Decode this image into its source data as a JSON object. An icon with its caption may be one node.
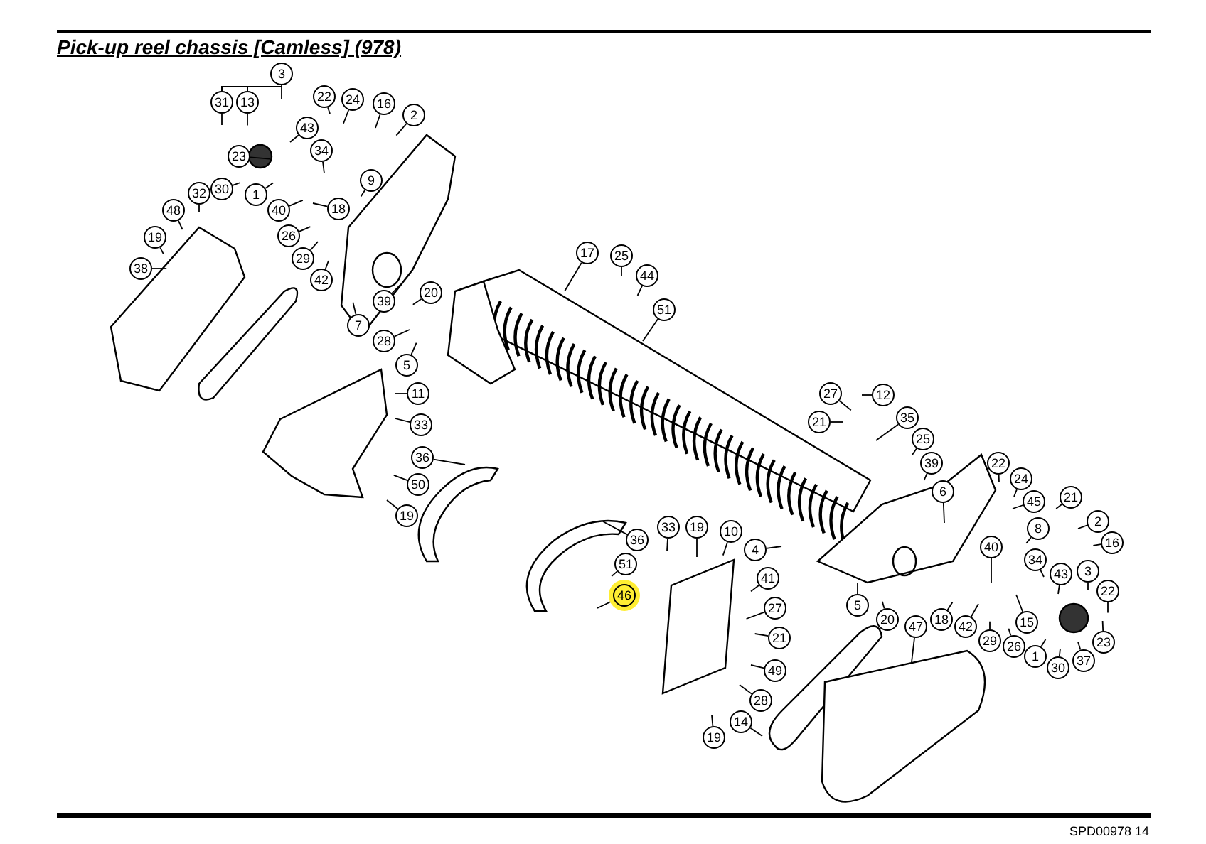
{
  "diagram": {
    "title": "Pick-up reel chassis [Camless] (978)",
    "nodes": [
      {
        "text": [
          "3"
        ]
      },
      {
        "text": [
          "31"
        ]
      },
      {
        "text": [
          "13"
        ]
      },
      {
        "text": [
          "43"
        ]
      },
      {
        "text": [
          "22"
        ]
      },
      {
        "text": [
          "24"
        ]
      },
      {
        "text": [
          "16"
        ]
      },
      {
        "text": [
          "2"
        ]
      },
      {
        "text": [
          "34"
        ]
      },
      {
        "text": [
          "23"
        ]
      },
      {
        "text": [
          "30"
        ]
      },
      {
        "text": [
          "1"
        ]
      },
      {
        "text": [
          "9"
        ]
      },
      {
        "text": [
          "40"
        ]
      },
      {
        "text": [
          "18"
        ]
      },
      {
        "text": [
          "26"
        ]
      },
      {
        "text": [
          "29"
        ]
      },
      {
        "text": [
          "42"
        ]
      },
      {
        "text": [
          "32"
        ]
      },
      {
        "text": [
          "48"
        ]
      },
      {
        "text": [
          "19"
        ]
      },
      {
        "text": [
          "38"
        ]
      },
      {
        "text": [
          "39"
        ]
      },
      {
        "text": [
          "7"
        ]
      },
      {
        "text": [
          "20"
        ]
      },
      {
        "text": [
          "28"
        ]
      },
      {
        "text": [
          "5"
        ]
      },
      {
        "text": [
          "17"
        ]
      },
      {
        "text": [
          "25"
        ]
      },
      {
        "text": [
          "44"
        ]
      },
      {
        "text": [
          "51"
        ]
      },
      {
        "text": [
          "11"
        ]
      },
      {
        "text": [
          "33"
        ]
      },
      {
        "text": [
          "36"
        ]
      },
      {
        "text": [
          "50"
        ]
      },
      {
        "text": [
          "19"
        ]
      },
      {
        "text": [
          "36"
        ]
      },
      {
        "text": [
          "51"
        ]
      },
      {
        "text": [
          "46"
        ]
      },
      {
        "text": [
          "33"
        ]
      },
      {
        "text": [
          "19"
        ]
      },
      {
        "text": [
          "10"
        ]
      },
      {
        "text": [
          "4"
        ]
      },
      {
        "text": [
          "41"
        ]
      },
      {
        "text": [
          "27"
        ]
      },
      {
        "text": [
          "21"
        ]
      },
      {
        "text": [
          "49"
        ]
      },
      {
        "text": [
          "28"
        ]
      },
      {
        "text": [
          "14"
        ]
      },
      {
        "text": [
          "19"
        ]
      },
      {
        "text": [
          "27"
        ]
      },
      {
        "text": [
          "12"
        ]
      },
      {
        "text": [
          "21"
        ]
      },
      {
        "text": [
          "35"
        ]
      },
      {
        "text": [
          "25"
        ]
      },
      {
        "text": [
          "39"
        ]
      },
      {
        "text": [
          "6"
        ]
      },
      {
        "text": [
          "22"
        ]
      },
      {
        "text": [
          "24"
        ]
      },
      {
        "text": [
          "45"
        ]
      },
      {
        "text": [
          "8"
        ]
      },
      {
        "text": [
          "40"
        ]
      },
      {
        "text": [
          "34"
        ]
      },
      {
        "text": [
          "43"
        ]
      },
      {
        "text": [
          "3"
        ]
      },
      {
        "text": [
          "21"
        ]
      },
      {
        "text": [
          "2"
        ]
      },
      {
        "text": [
          "16"
        ]
      },
      {
        "text": [
          "22"
        ]
      },
      {
        "text": [
          "23"
        ]
      },
      {
        "text": [
          "37"
        ]
      },
      {
        "text": [
          "30"
        ]
      },
      {
        "text": [
          "1"
        ]
      },
      {
        "text": [
          "26"
        ]
      },
      {
        "text": [
          "29"
        ]
      },
      {
        "text": [
          "42"
        ]
      },
      {
        "text": [
          "15"
        ]
      },
      {
        "text": [
          "18"
        ]
      },
      {
        "text": [
          "20"
        ]
      },
      {
        "text": [
          "5"
        ]
      },
      {
        "text": [
          "47"
        ]
      }
    ],
    "edges": [
      {
        "from": 0,
        "to": null,
        "arrow": "none"
      },
      {
        "from": 1,
        "to": null,
        "arrow": "none"
      },
      {
        "from": 2,
        "to": null,
        "arrow": "none"
      },
      {
        "from": 3,
        "to": null,
        "arrow": "none"
      },
      {
        "from": 4,
        "to": null,
        "arrow": "none"
      },
      {
        "from": 5,
        "to": null,
        "arrow": "none"
      },
      {
        "from": 6,
        "to": null,
        "arrow": "none"
      },
      {
        "from": 7,
        "to": null,
        "arrow": "none"
      },
      {
        "from": 8,
        "to": null,
        "arrow": "none"
      },
      {
        "from": 9,
        "to": null,
        "arrow": "none"
      },
      {
        "from": 10,
        "to": null,
        "arrow": "none"
      },
      {
        "from": 11,
        "to": null,
        "arrow": "none"
      },
      {
        "from": 12,
        "to": null,
        "arrow": "none"
      },
      {
        "from": 13,
        "to": null,
        "arrow": "none"
      },
      {
        "from": 14,
        "to": null,
        "arrow": "none"
      },
      {
        "from": 15,
        "to": null,
        "arrow": "none"
      },
      {
        "from": 16,
        "to": null,
        "arrow": "none"
      },
      {
        "from": 17,
        "to": null,
        "arrow": "none"
      },
      {
        "from": 18,
        "to": null,
        "arrow": "none"
      },
      {
        "from": 19,
        "to": null,
        "arrow": "none"
      },
      {
        "from": 20,
        "to": null,
        "arrow": "none"
      },
      {
        "from": 21,
        "to": null,
        "arrow": "none"
      },
      {
        "from": 22,
        "to": null,
        "arrow": "none"
      },
      {
        "from": 23,
        "to": null,
        "arrow": "none"
      },
      {
        "from": 24,
        "to": null,
        "arrow": "none"
      },
      {
        "from": 25,
        "to": null,
        "arrow": "none"
      },
      {
        "from": 26,
        "to": null,
        "arrow": "none"
      },
      {
        "from": 27,
        "to": null,
        "arrow": "none"
      },
      {
        "from": 28,
        "to": null,
        "arrow": "none"
      },
      {
        "from": 29,
        "to": null,
        "arrow": "none"
      },
      {
        "from": 30,
        "to": null,
        "arrow": "none"
      },
      {
        "from": 31,
        "to": null,
        "arrow": "none"
      },
      {
        "from": 32,
        "to": null,
        "arrow": "none"
      },
      {
        "from": 33,
        "to": null,
        "arrow": "none"
      },
      {
        "from": 34,
        "to": null,
        "arrow": "none"
      },
      {
        "from": 35,
        "to": null,
        "arrow": "none"
      },
      {
        "from": 36,
        "to": null,
        "arrow": "none"
      },
      {
        "from": 37,
        "to": null,
        "arrow": "none"
      },
      {
        "from": 38,
        "to": null,
        "arrow": "none"
      },
      {
        "from": 39,
        "to": null,
        "arrow": "none"
      },
      {
        "from": 40,
        "to": null,
        "arrow": "none"
      },
      {
        "from": 41,
        "to": null,
        "arrow": "none"
      },
      {
        "from": 42,
        "to": null,
        "arrow": "none"
      },
      {
        "from": 43,
        "to": null,
        "arrow": "none"
      },
      {
        "from": 44,
        "to": null,
        "arrow": "none"
      },
      {
        "from": 45,
        "to": null,
        "arrow": "none"
      },
      {
        "from": 46,
        "to": null,
        "arrow": "none"
      },
      {
        "from": 47,
        "to": null,
        "arrow": "none"
      },
      {
        "from": 48,
        "to": null,
        "arrow": "none"
      },
      {
        "from": 49,
        "to": null,
        "arrow": "none"
      },
      {
        "from": 50,
        "to": null,
        "arrow": "none"
      },
      {
        "from": 51,
        "to": null,
        "arrow": "none"
      },
      {
        "from": 52,
        "to": null,
        "arrow": "none"
      },
      {
        "from": 53,
        "to": null,
        "arrow": "none"
      },
      {
        "from": 54,
        "to": null,
        "arrow": "none"
      },
      {
        "from": 55,
        "to": null,
        "arrow": "none"
      },
      {
        "from": 56,
        "to": null,
        "arrow": "none"
      },
      {
        "from": 57,
        "to": null,
        "arrow": "none"
      },
      {
        "from": 58,
        "to": null,
        "arrow": "none"
      },
      {
        "from": 59,
        "to": null,
        "arrow": "none"
      },
      {
        "from": 60,
        "to": null,
        "arrow": "none"
      },
      {
        "from": 61,
        "to": null,
        "arrow": "none"
      },
      {
        "from": 62,
        "to": null,
        "arrow": "none"
      },
      {
        "from": 63,
        "to": null,
        "arrow": "none"
      },
      {
        "from": 64,
        "to": null,
        "arrow": "none"
      },
      {
        "from": 65,
        "to": null,
        "arrow": "none"
      },
      {
        "from": 66,
        "to": null,
        "arrow": "none"
      },
      {
        "from": 67,
        "to": null,
        "arrow": "none"
      },
      {
        "from": 68,
        "to": null,
        "arrow": "none"
      },
      {
        "from": 69,
        "to": null,
        "arrow": "none"
      },
      {
        "from": 70,
        "to": null,
        "arrow": "none"
      },
      {
        "from": 71,
        "to": null,
        "arrow": "none"
      },
      {
        "from": 72,
        "to": null,
        "arrow": "none"
      },
      {
        "from": 73,
        "to": null,
        "arrow": "none"
      },
      {
        "from": 74,
        "to": null,
        "arrow": "none"
      },
      {
        "from": 75,
        "to": null,
        "arrow": "none"
      },
      {
        "from": 76,
        "to": null,
        "arrow": "none"
      },
      {
        "from": 77,
        "to": null,
        "arrow": "none"
      },
      {
        "from": 78,
        "to": null,
        "arrow": "none"
      },
      {
        "from": 79,
        "to": null,
        "arrow": "none"
      },
      {
        "from": 80,
        "to": null,
        "arrow": "none"
      }
    ],
    "labels": [
      "SPD00978 14"
    ]
  }
}
